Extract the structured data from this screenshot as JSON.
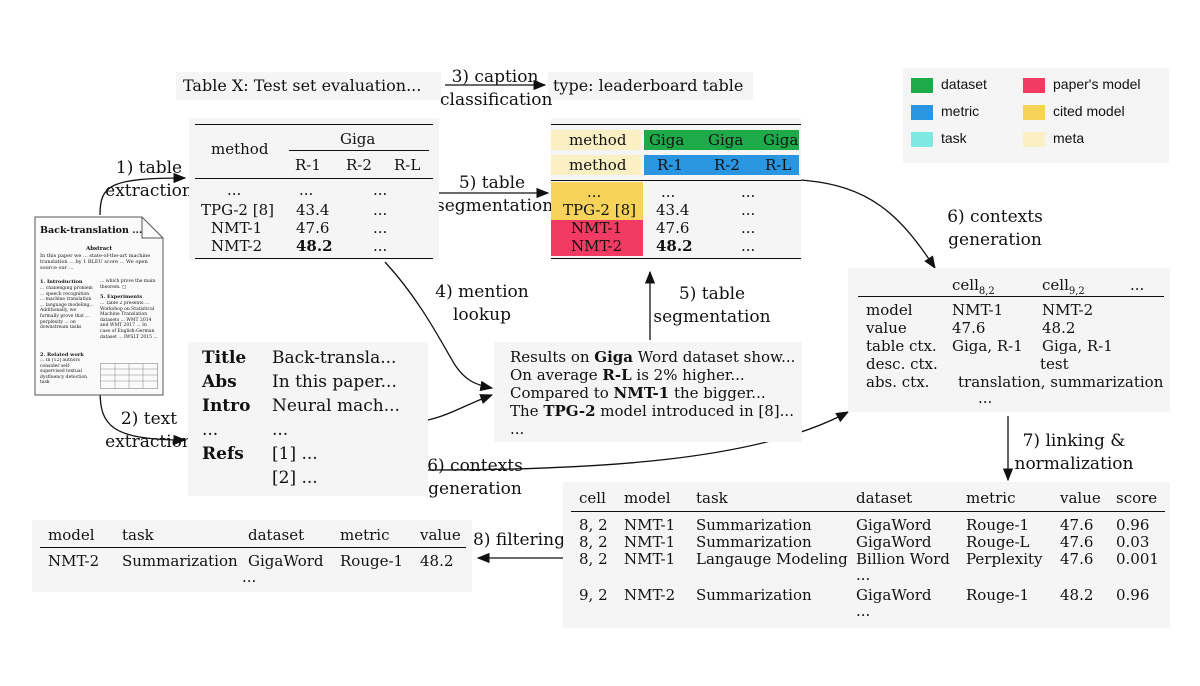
{
  "caption_line": "Table X: Test set evaluation...",
  "type_line": "type: leaderboard table",
  "steps": {
    "s1": "1) table",
    "s1b": "extraction",
    "s2": "2) text",
    "s2b": "extraction",
    "s3": "3) caption",
    "s3b": "classification",
    "s4": "4) mention",
    "s4b": "lookup",
    "s5a": "5) table",
    "s5ab": "segmentation",
    "s5b": "5) table",
    "s5bb": "segmentation",
    "s6a": "6) contexts",
    "s6ab": "generation",
    "s6b": "6) contexts",
    "s6bb": "generation",
    "s7": "7) linking &",
    "s7b": "normalization",
    "s8": "8) filtering"
  },
  "legend": [
    {
      "label": "dataset",
      "color": "#1faa4a"
    },
    {
      "label": "metric",
      "color": "#2a95e0"
    },
    {
      "label": "task",
      "color": "#7fe8e0"
    },
    {
      "label": "paper's model",
      "color": "#f23b62"
    },
    {
      "label": "cited model",
      "color": "#f8d35a"
    },
    {
      "label": "meta",
      "color": "#fbf0c4"
    }
  ],
  "paper": {
    "title": "Back-translation ...",
    "abstract_h": "Abstract",
    "abstract": "In this paper we ... state-of-the-art machine translation ... by 1 BLEU score ... We open source our ...",
    "intro_h": "1. Introduction",
    "intro": "... challenging problem ... speech recognition ... machine translation ... language modeling... Additionally, we formally prove that ... perplexity ... on downstream tasks",
    "rel_h": "2. Related work",
    "rel": "... In [12] authors consider self-supervised textual dysfluency detection task",
    "col2a": "... which prove the main theorem. □",
    "exp_h": "5. Experiments",
    "exp": "... Table 2 presents ... Workshop on Statistical Machine Translation datasets ... WMT 2014 and WMT 2017 ... In case of English-German dataset ... IWSLT 2015 ..."
  },
  "table1": {
    "method": "method",
    "giga": "Giga",
    "metrics": [
      "R-1",
      "R-2",
      "R-L"
    ],
    "rows": [
      {
        "m": "...",
        "v1": "...",
        "v2": "..."
      },
      {
        "m": "TPG-2 [8]",
        "v1": "43.4",
        "v2": "..."
      },
      {
        "m": "NMT-1",
        "v1": "47.6",
        "v2": "..."
      },
      {
        "m": "NMT-2",
        "v1": "48.2",
        "v2": "..."
      }
    ]
  },
  "table2": {
    "method1": "method",
    "method2": "method",
    "giga": [
      "Giga",
      "Giga",
      "Giga"
    ],
    "metrics": [
      "R-1",
      "R-2",
      "R-L"
    ],
    "rows": [
      {
        "m": "...",
        "v1": "...",
        "v2": "..."
      },
      {
        "m": "TPG-2 [8]",
        "v1": "43.4",
        "v2": "..."
      },
      {
        "m": "NMT-1",
        "v1": "47.6",
        "v2": "..."
      },
      {
        "m": "NMT-2",
        "v1": "48.2",
        "v2": "..."
      }
    ]
  },
  "sections": [
    {
      "k": "Title",
      "v": "Back-transla..."
    },
    {
      "k": "Abs",
      "v": "In this paper..."
    },
    {
      "k": "Intro",
      "v": "Neural mach..."
    },
    {
      "k": "...",
      "v": "..."
    },
    {
      "k": "Refs",
      "v": "[1] ..."
    },
    {
      "k": "",
      "v": "[2] ..."
    }
  ],
  "mentions": {
    "l1a": "Results on ",
    "l1b": "Giga",
    "l1c": " Word dataset show...",
    "l2a": "On average ",
    "l2b": "R-L",
    "l2c": " is 2% higher...",
    "l3a": "Compared to ",
    "l3b": "NMT-1",
    "l3c": " the bigger...",
    "l4a": "The ",
    "l4b": "TPG-2",
    "l4c": " model introduced in [8]...",
    "l5": "..."
  },
  "contexts": {
    "h1": "cell",
    "h1sub": "8,2",
    "h2": "cell",
    "h2sub": "9,2",
    "h3": "...",
    "rows": [
      {
        "k": "model",
        "a": "NMT-1",
        "b": "NMT-2"
      },
      {
        "k": "value",
        "a": "47.6",
        "b": "48.2"
      },
      {
        "k": "table ctx.",
        "a": "Giga, R-1",
        "b": "Giga, R-1"
      },
      {
        "k": "desc. ctx.",
        "a": "",
        "b": "test"
      },
      {
        "k": "abs. ctx.",
        "a": "translation, summarization",
        "b": ""
      }
    ],
    "dots": "..."
  },
  "linked": {
    "headers": [
      "cell",
      "model",
      "task",
      "dataset",
      "metric",
      "value",
      "score"
    ],
    "rows": [
      [
        "8, 2",
        "NMT-1",
        "Summarization",
        "GigaWord",
        "Rouge-1",
        "47.6",
        "0.96"
      ],
      [
        "8, 2",
        "NMT-1",
        "Summarization",
        "GigaWord",
        "Rouge-L",
        "47.6",
        "0.03"
      ],
      [
        "8, 2",
        "NMT-1",
        "Langauge Modeling",
        "Billion Word",
        "Perplexity",
        "47.6",
        "0.001"
      ],
      [
        "",
        "",
        "",
        "...",
        "",
        "",
        ""
      ],
      [
        "9, 2",
        "NMT-2",
        "Summarization",
        "GigaWord",
        "Rouge-1",
        "48.2",
        "0.96"
      ],
      [
        "",
        "",
        "",
        "...",
        "",
        "",
        ""
      ]
    ]
  },
  "final": {
    "headers": [
      "model",
      "task",
      "dataset",
      "metric",
      "value"
    ],
    "row": [
      "NMT-2",
      "Summarization",
      "GigaWord",
      "Rouge-1",
      "48.2"
    ],
    "dots": "..."
  }
}
